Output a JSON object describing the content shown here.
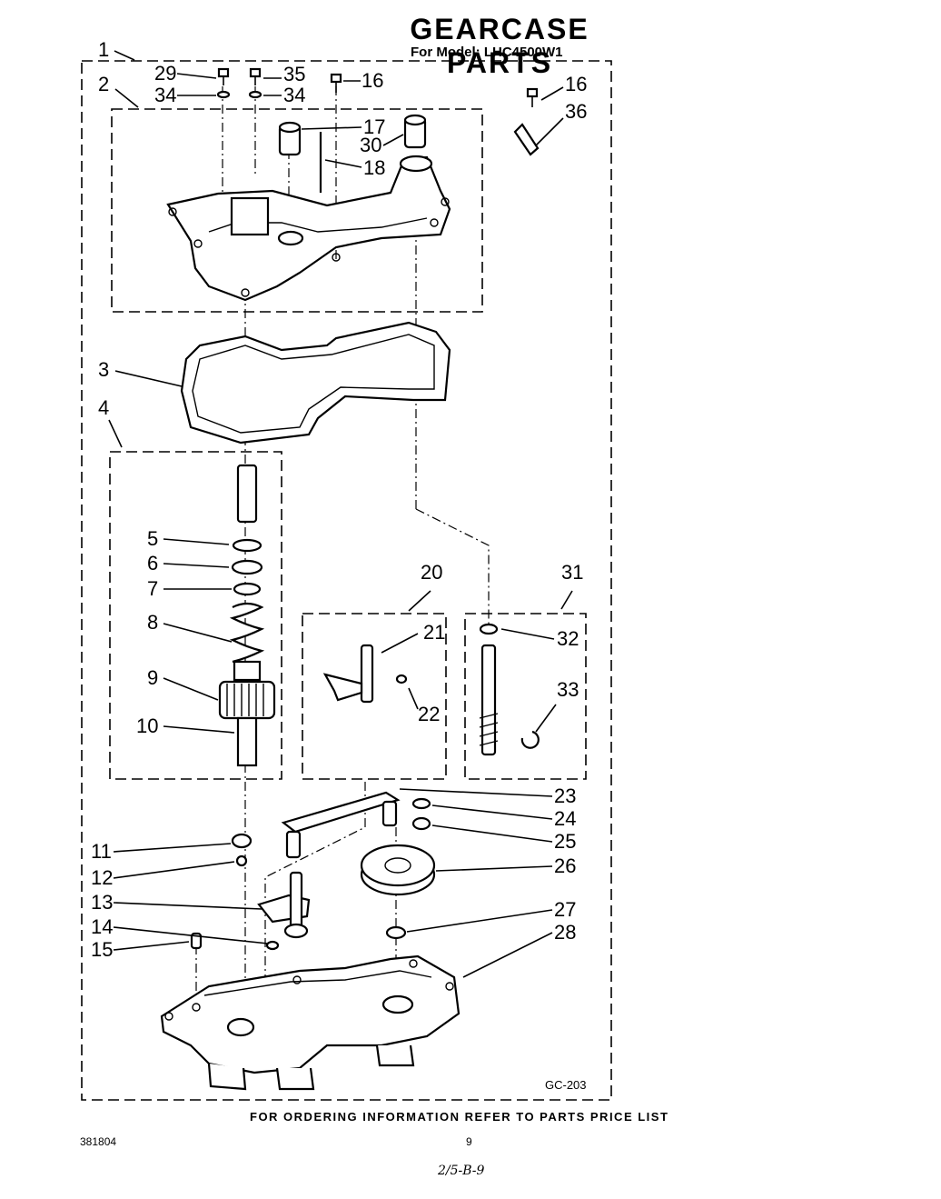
{
  "header": {
    "title": "GEARCASE PARTS",
    "subtitle": "For Model: LHC4500W1"
  },
  "footer": {
    "ordering_note": "FOR ORDERING INFORMATION REFER TO PARTS PRICE LIST",
    "document_number": "381804",
    "page_number": "9",
    "handwritten_note": "2/5-B-9",
    "diagram_code": "GC-203"
  },
  "callouts": [
    "1",
    "2",
    "3",
    "4",
    "5",
    "6",
    "7",
    "8",
    "9",
    "10",
    "11",
    "12",
    "13",
    "14",
    "15",
    "16",
    "16",
    "17",
    "18",
    "20",
    "21",
    "22",
    "23",
    "24",
    "25",
    "26",
    "27",
    "28",
    "29",
    "30",
    "31",
    "32",
    "33",
    "34",
    "34",
    "35",
    "36"
  ]
}
